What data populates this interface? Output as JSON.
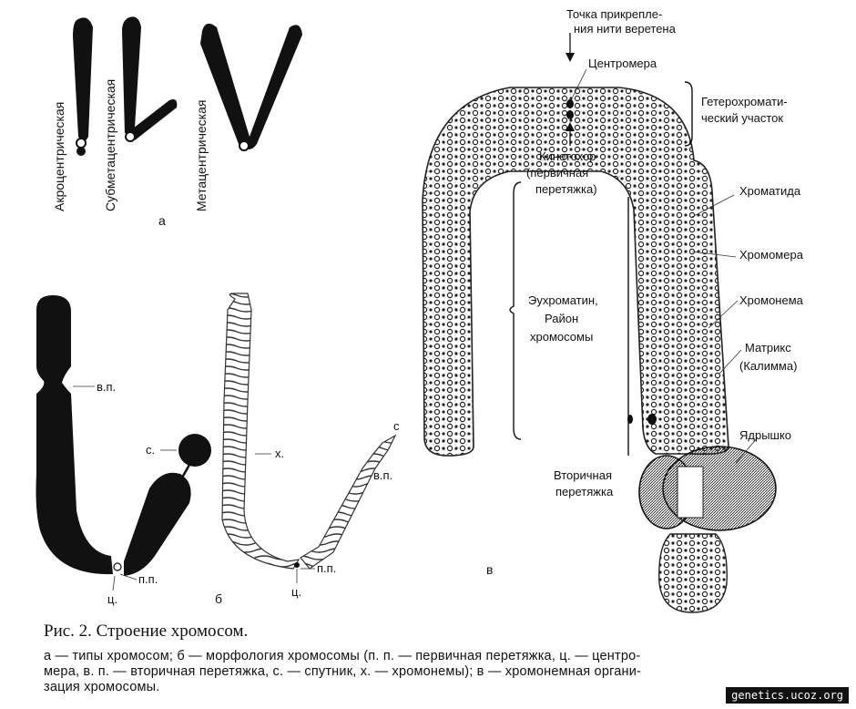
{
  "panel_a": {
    "acro": "Акроцентрическая",
    "submeta": "Субметацентрическая",
    "meta": "Метацентрическая",
    "letter": "а"
  },
  "panel_b": {
    "vp_left": "в.п.",
    "s_left": "с.",
    "pp_left": "п.п.",
    "c_left": "ц.",
    "x": "х.",
    "s_right": "с",
    "vp_right": "в.п.",
    "pp_right": "п.п.",
    "c_right": "ц.",
    "letter": "б"
  },
  "panel_v": {
    "tochka_1": "Точка прикрепле-",
    "tochka_2": "ния нити веретена",
    "centromere": "Центромера",
    "hetero_1": "Гетерохромати-",
    "hetero_2": "ческий участок",
    "kineto_1": "Кинетохор",
    "kineto_2": "(первичная",
    "kineto_3": "перетяжка)",
    "chromatid": "Хроматида",
    "chromomere": "Хромомера",
    "chromonema": "Хромонема",
    "matrix_1": "Матрикс",
    "matrix_2": "(Калимма)",
    "eu_1": "Эухроматин,",
    "eu_2": "Район",
    "eu_3": "хромосомы",
    "nucleolus": "Ядрышко",
    "secondary_1": "Вторичная",
    "secondary_2": "перетяжка",
    "letter": "в"
  },
  "caption": {
    "title": "Рис. 2. Строение хромосом.",
    "line1": "а — типы хромосом; б — морфология хромосомы (п. п. — первичная перетяжка, ц. — центро-",
    "line2": "мера, в. п. — вторичная перетяжка, с. — спутник, х. — хромонемы); в — хромонемная органи-",
    "line3": "зация хромосомы."
  },
  "watermark": "genetics.ucoz.org"
}
